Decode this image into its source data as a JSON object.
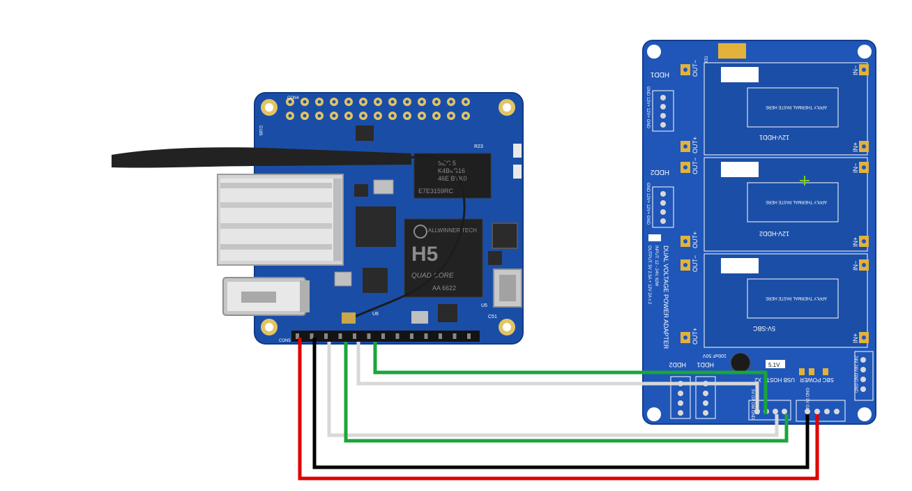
{
  "colors": {
    "wire_red": "#e00000",
    "wire_black": "#000000",
    "wire_white": "#d8d8d8",
    "wire_green": "#1aa53a",
    "sbc_board": "#1a4ea6",
    "adapter_board": "#1f56b8"
  },
  "sbc": {
    "chip_brand": "ALLWINNER TECH",
    "chip_model": "H5",
    "chip_sub": "QUAD CORE",
    "chip_code": "AA 6622",
    "ram_label_1": "SEC 5",
    "ram_label_2": "K4B4G16",
    "ram_label_3": "46E BYK0",
    "ram_label_4": "E7E3159RC",
    "label_con4": "CON4",
    "label_con5": "CON5",
    "label_u5": "U5",
    "label_u6": "U6",
    "label_c51": "C51",
    "label_r23": "R23",
    "label_d185": "D185"
  },
  "adapter": {
    "title": "DUAL VOLTAGE POWER ADAPTER",
    "input_spec": "INPUT: 12 - 24V, 62W",
    "output_spec": "OUTPUT: 5V 2.5A + 12V 2A x 2",
    "temp_label": "TEMP",
    "hdd1_label": "HDD1",
    "hdd2_label": "HDD2",
    "hdd_pins": "GND 12V+ 12V+ GND",
    "out_minus": "OUT−",
    "out_plus": "OUT+",
    "in_minus": "IN−",
    "in_plus": "IN+",
    "thermal_note": "APPLY THERMAL PASTE HERE",
    "module_1": "12V-HDD1",
    "module_2": "12V-HDD2",
    "module_3": "5V-SBC",
    "cap_label": "100uF 50V",
    "zener_label": "5.1V",
    "sbc_power_label": "SBC POWER",
    "usb_host_label": "USB HOST",
    "hdd1_bottom": "HDD1",
    "hdd2_bottom": "HDD2",
    "usb_pins": "5V DP DM GND",
    "power_pins": "GND 5V GND 5V",
    "input_pins": "24V 24V GND GND",
    "x2_label": "X2"
  }
}
